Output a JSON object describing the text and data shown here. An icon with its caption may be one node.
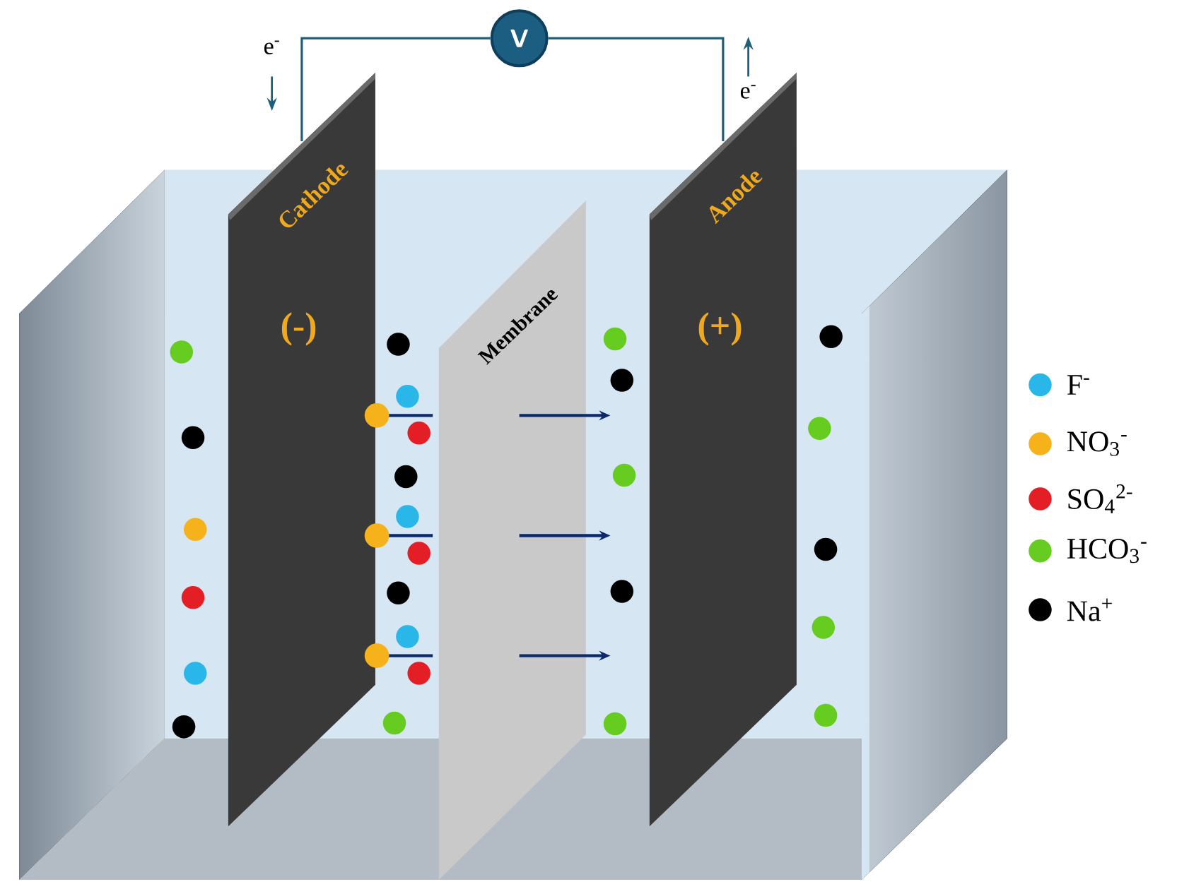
{
  "diagram": {
    "nodes": [
      {
        "text": [
          "Cathode",
          "(-)"
        ]
      },
      {
        "text": [
          "Membrane"
        ]
      },
      {
        "text": [
          "Anode",
          "(+)"
        ]
      },
      {
        "text": [
          "V"
        ]
      }
    ],
    "edges": [
      {
        "from": 0,
        "to": 3,
        "arrow": "none"
      },
      {
        "from": 3,
        "to": 2,
        "arrow": "none"
      }
    ],
    "labels": [
      "e$^{-}$",
      "e$^{-}$"
    ],
    "legend": [
      {
        "text": "F$^{-}$",
        "color": "#29b6e8"
      },
      {
        "text": "NO$_{3}$$^{-}$",
        "color": "#f5b21b"
      },
      {
        "text": "SO$_{4}$$^{2-}$",
        "color": "#e31e25"
      },
      {
        "text": "HCO$_{3}$$^{-}$",
        "color": "#66cc1f"
      },
      {
        "text": "Na$^{+}$",
        "color": "#000000"
      }
    ]
  }
}
